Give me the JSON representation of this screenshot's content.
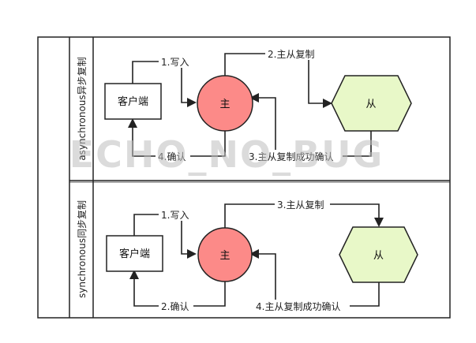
{
  "watermark": "ECHO_NO_BUG",
  "colors": {
    "master_fill": "#fc8a88",
    "slave_fill": "#e8f8c8",
    "stroke": "#222222",
    "watermark": "#bdbdbd"
  },
  "lanes": [
    {
      "title": "asynchronous异步复制",
      "nodes": {
        "client": "客户端",
        "master": "主",
        "slave": "从"
      },
      "edges": [
        "1.写入",
        "2.主从复制",
        "4.确认",
        "3.主从复制成功确认"
      ]
    },
    {
      "title": "synchronous同步复制",
      "nodes": {
        "client": "客户端",
        "master": "主",
        "slave": "从"
      },
      "edges": [
        "1.写入",
        "3.主从复制",
        "2.确认",
        "4.主从复制成功确认"
      ]
    }
  ]
}
